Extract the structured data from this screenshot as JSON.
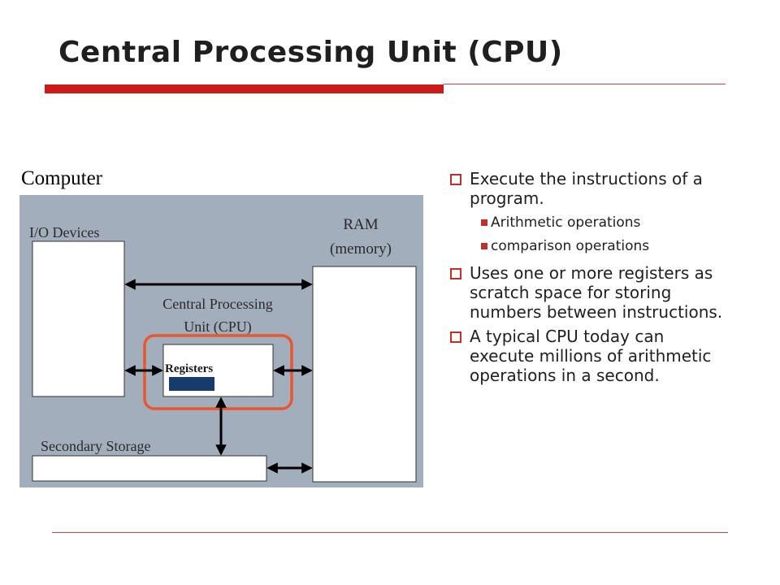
{
  "slide": {
    "title": "Central Processing Unit (CPU)"
  },
  "diagram": {
    "computer_label": "Computer",
    "io_label": "I/O Devices",
    "ram_label_line1": "RAM",
    "ram_label_line2": "(memory)",
    "cpu_label_line1": "Central Processing",
    "cpu_label_line2": "Unit (CPU)",
    "registers_label": "Registers",
    "storage_label": "Secondary Storage",
    "colors": {
      "computer_fill": "#a3aebd",
      "cpu_highlight": "#e8572f",
      "register_fill": "#163c6b"
    }
  },
  "bullets": [
    {
      "text": "Execute the instructions of a program.",
      "sub": [
        "Arithmetic operations",
        "comparison operations"
      ]
    },
    {
      "text": "Uses one or more registers as scratch space for storing numbers between instructions.",
      "sub": []
    },
    {
      "text": "A typical CPU today can execute millions of arithmetic operations in a second.",
      "sub": []
    }
  ],
  "theme": {
    "accent": "#cc1a1a"
  }
}
